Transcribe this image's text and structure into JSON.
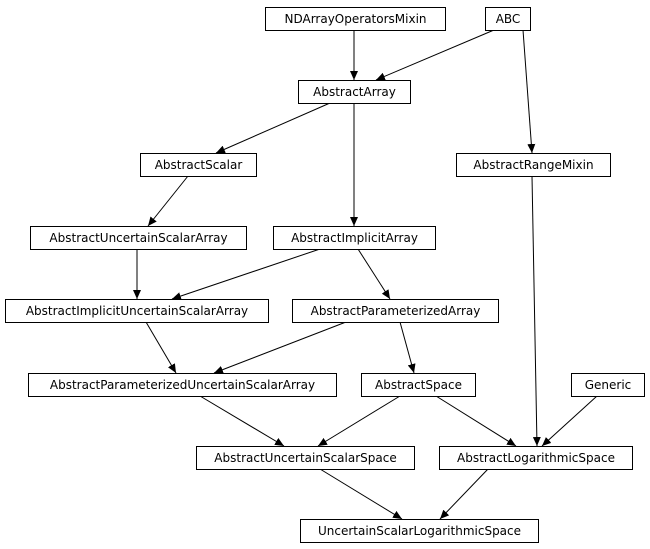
{
  "diagram": {
    "nodes": [
      {
        "id": "ndarray_ops",
        "label": "NDArrayOperatorsMixin"
      },
      {
        "id": "abc",
        "label": "ABC"
      },
      {
        "id": "abstract_array",
        "label": "AbstractArray"
      },
      {
        "id": "abstract_scalar",
        "label": "AbstractScalar"
      },
      {
        "id": "abstract_range_mixin",
        "label": "AbstractRangeMixin"
      },
      {
        "id": "abstract_uncertain_scalar_array",
        "label": "AbstractUncertainScalarArray"
      },
      {
        "id": "abstract_implicit_array",
        "label": "AbstractImplicitArray"
      },
      {
        "id": "abstract_implicit_uncertain_scalar_array",
        "label": "AbstractImplicitUncertainScalarArray"
      },
      {
        "id": "abstract_parameterized_array",
        "label": "AbstractParameterizedArray"
      },
      {
        "id": "abstract_parameterized_uncertain_scalar_array",
        "label": "AbstractParameterizedUncertainScalarArray"
      },
      {
        "id": "abstract_space",
        "label": "AbstractSpace"
      },
      {
        "id": "generic",
        "label": "Generic"
      },
      {
        "id": "abstract_uncertain_scalar_space",
        "label": "AbstractUncertainScalarSpace"
      },
      {
        "id": "abstract_logarithmic_space",
        "label": "AbstractLogarithmicSpace"
      },
      {
        "id": "uncertain_scalar_logarithmic_space",
        "label": "UncertainScalarLogarithmicSpace"
      }
    ],
    "edges": [
      {
        "from": "ndarray_ops",
        "to": "abstract_array"
      },
      {
        "from": "abc",
        "to": "abstract_array"
      },
      {
        "from": "abc",
        "to": "abstract_range_mixin"
      },
      {
        "from": "abstract_array",
        "to": "abstract_scalar"
      },
      {
        "from": "abstract_array",
        "to": "abstract_implicit_array"
      },
      {
        "from": "abstract_scalar",
        "to": "abstract_uncertain_scalar_array"
      },
      {
        "from": "abstract_uncertain_scalar_array",
        "to": "abstract_implicit_uncertain_scalar_array"
      },
      {
        "from": "abstract_implicit_array",
        "to": "abstract_implicit_uncertain_scalar_array"
      },
      {
        "from": "abstract_implicit_array",
        "to": "abstract_parameterized_array"
      },
      {
        "from": "abstract_implicit_uncertain_scalar_array",
        "to": "abstract_parameterized_uncertain_scalar_array"
      },
      {
        "from": "abstract_parameterized_array",
        "to": "abstract_parameterized_uncertain_scalar_array"
      },
      {
        "from": "abstract_parameterized_array",
        "to": "abstract_space"
      },
      {
        "from": "abstract_range_mixin",
        "to": "abstract_logarithmic_space"
      },
      {
        "from": "abstract_parameterized_uncertain_scalar_array",
        "to": "abstract_uncertain_scalar_space"
      },
      {
        "from": "abstract_space",
        "to": "abstract_uncertain_scalar_space"
      },
      {
        "from": "abstract_space",
        "to": "abstract_logarithmic_space"
      },
      {
        "from": "generic",
        "to": "abstract_logarithmic_space"
      },
      {
        "from": "abstract_uncertain_scalar_space",
        "to": "uncertain_scalar_logarithmic_space"
      },
      {
        "from": "abstract_logarithmic_space",
        "to": "uncertain_scalar_logarithmic_space"
      }
    ]
  }
}
